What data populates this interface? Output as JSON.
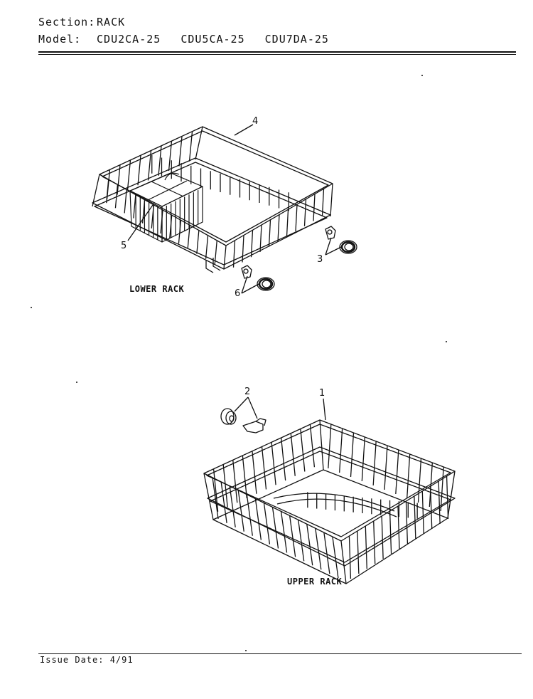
{
  "header": {
    "section_label": "Section:",
    "section_value": "RACK",
    "model_label": "Model:",
    "models": [
      "CDU2CA-25",
      "CDU5CA-25",
      "CDU7DA-25"
    ]
  },
  "diagram": {
    "lower_rack_caption": "LOWER RACK",
    "upper_rack_caption": "UPPER RACK",
    "callouts": [
      "1",
      "2",
      "3",
      "4",
      "5",
      "6"
    ]
  },
  "footer": {
    "issue_date": "Issue Date: 4/91"
  }
}
